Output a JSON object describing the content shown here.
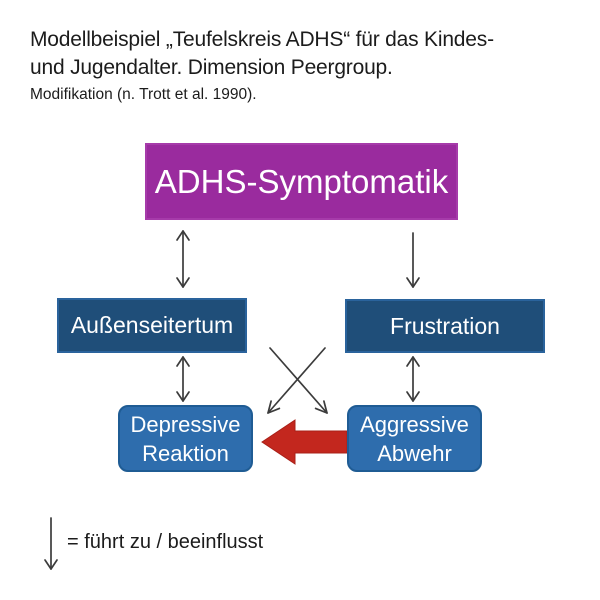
{
  "title": {
    "line1": "Modellbeispiel „Teufelskreis ADHS“ für das Kindes-",
    "line2": "und Jugendalter. Dimension Peergroup.",
    "line3": "Modifikation (n. Trott et al. 1990)."
  },
  "nodes": {
    "adhs": {
      "label": "ADHS-Symptomatik"
    },
    "aussenseitertum": {
      "label": "Außenseitertum"
    },
    "frustration": {
      "label": "Frustration"
    },
    "depressive": {
      "line1": "Depressive",
      "line2": "Reaktion"
    },
    "aggressive": {
      "line1": "Aggressive",
      "line2": "Abwehr"
    }
  },
  "edges": [
    {
      "from": "adhs",
      "to": "aussenseitertum",
      "type": "double"
    },
    {
      "from": "adhs",
      "to": "frustration",
      "type": "single"
    },
    {
      "from": "aussenseitertum",
      "to": "depressive",
      "type": "double"
    },
    {
      "from": "frustration",
      "to": "aggressive",
      "type": "double"
    },
    {
      "from": "aussenseitertum",
      "to": "aggressive",
      "type": "single-diagonal"
    },
    {
      "from": "frustration",
      "to": "depressive",
      "type": "single-diagonal"
    },
    {
      "from": "aggressive",
      "to": "depressive",
      "type": "thick-red"
    }
  ],
  "legend": {
    "text": "= führt zu / beeinflusst"
  },
  "colors": {
    "purple": "#9A2B9E",
    "purple_border": "#A63BAA",
    "dark_blue": "#1F4E79",
    "dark_blue_border": "#2A639C",
    "medium_blue": "#2E6DAD",
    "medium_blue_border": "#1F5C94",
    "red": "#C3271E",
    "red_border": "#A82018",
    "arrow": "#3C3C3C"
  }
}
